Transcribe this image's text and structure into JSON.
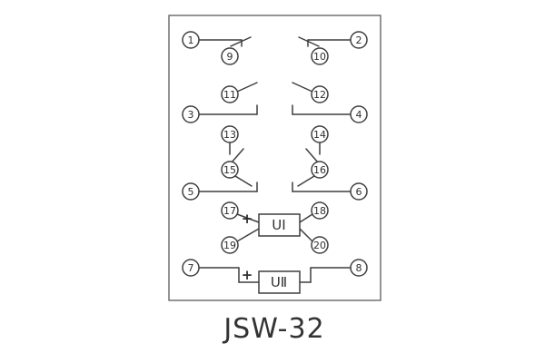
{
  "title": "JSW-32",
  "diagram": {
    "terminals": [
      "1",
      "2",
      "9",
      "10",
      "11",
      "12",
      "3",
      "4",
      "13",
      "14",
      "15",
      "16",
      "5",
      "6",
      "17",
      "18",
      "19",
      "20",
      "7",
      "8"
    ],
    "boxes": {
      "u1": "UⅠ",
      "u2": "UⅡ"
    },
    "plus_u1": "+",
    "plus_u2": "+",
    "colors": {
      "line": "#3f3f3f",
      "frame": "#5a5a5a",
      "background": "#ffffff",
      "text": "#2f2f2f"
    }
  }
}
